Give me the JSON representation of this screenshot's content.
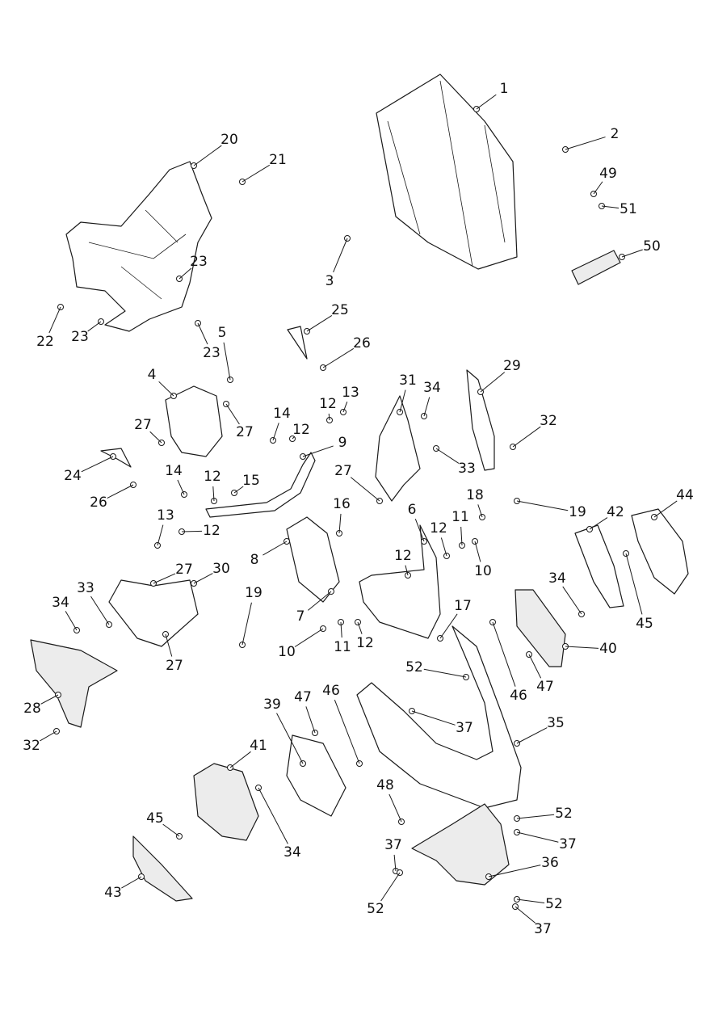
{
  "diagram": {
    "type": "exploded-parts-view",
    "callouts": [
      "1",
      "2",
      "3",
      "20",
      "21",
      "49",
      "51",
      "50",
      "23",
      "22",
      "23",
      "23",
      "25",
      "26",
      "5",
      "4",
      "29",
      "31",
      "34",
      "13",
      "12",
      "27",
      "27",
      "14",
      "12",
      "32",
      "9",
      "24",
      "14",
      "12",
      "15",
      "27",
      "33",
      "18",
      "19",
      "26",
      "16",
      "42",
      "44",
      "13",
      "12",
      "6",
      "11",
      "12",
      "10",
      "12",
      "8",
      "27",
      "30",
      "33",
      "19",
      "34",
      "34",
      "7",
      "17",
      "45",
      "40",
      "10",
      "11",
      "12",
      "27",
      "52",
      "28",
      "46",
      "47",
      "47",
      "46",
      "39",
      "37",
      "35",
      "32",
      "41",
      "48",
      "52",
      "37",
      "45",
      "34",
      "37",
      "36",
      "43",
      "52",
      "52",
      "37"
    ]
  }
}
